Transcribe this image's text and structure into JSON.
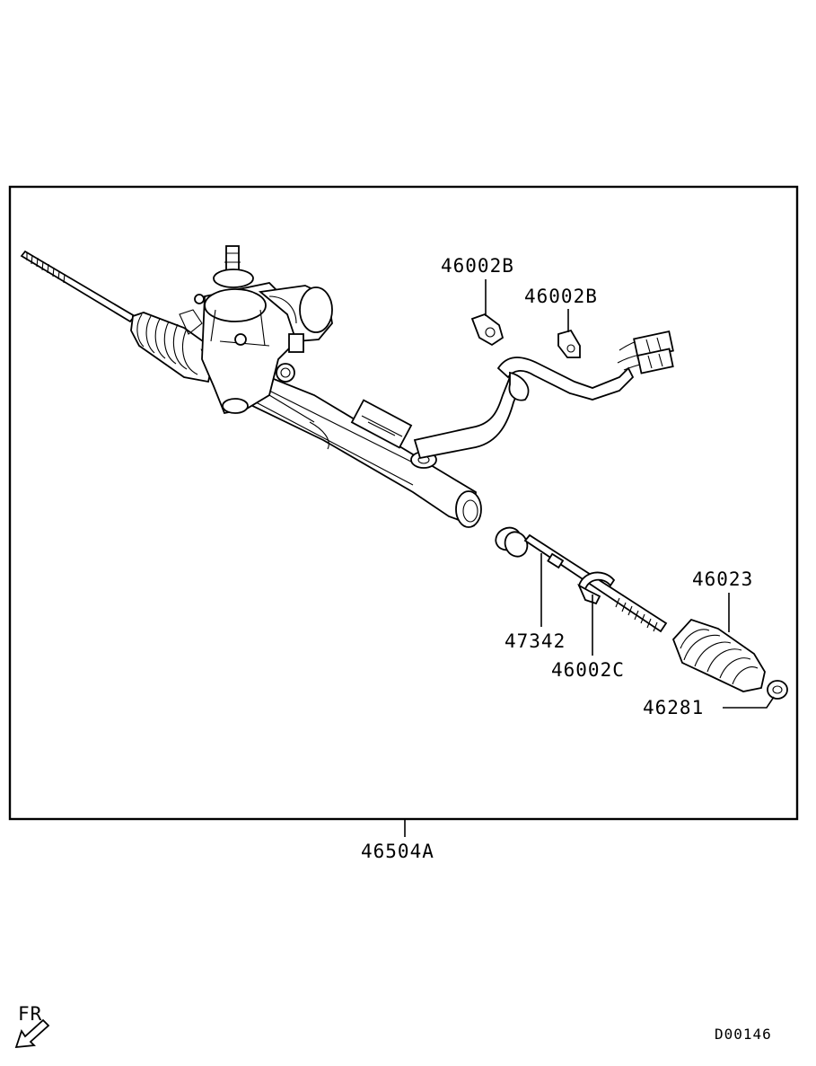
{
  "labels": {
    "clip_b_1": "46002B",
    "clip_b_2": "46002B",
    "bellows": "46023",
    "tie_rod": "47342",
    "clip_c": "46002C",
    "band": "46281",
    "assembly": "46504A",
    "direction": "FR",
    "diagram_code": "D00146"
  },
  "icons": {
    "direction_arrow": "front-direction-arrow"
  }
}
